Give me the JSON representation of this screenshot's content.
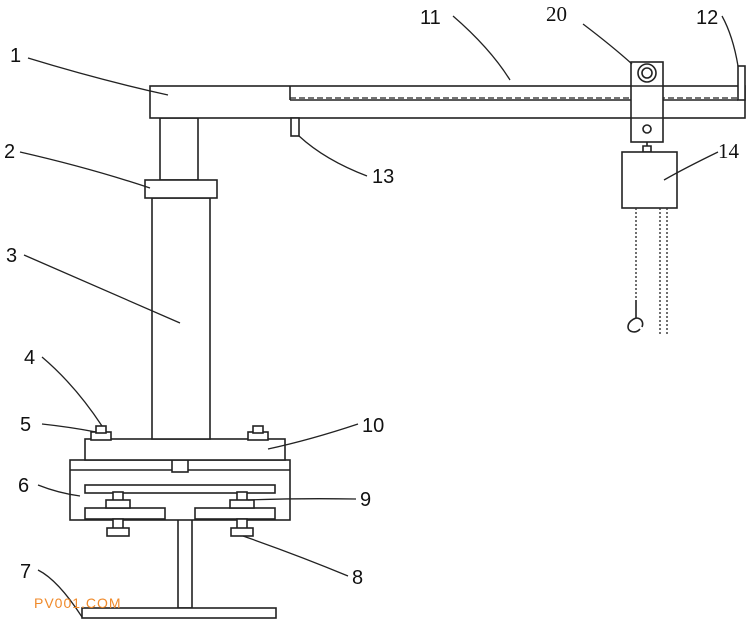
{
  "labels": {
    "n1": "1",
    "n2": "2",
    "n3": "3",
    "n4": "4",
    "n5": "5",
    "n6": "6",
    "n7": "7",
    "n8": "8",
    "n9": "9",
    "n10": "10",
    "n11": "11",
    "n12": "12",
    "n13": "13",
    "n14": "14",
    "n20": "20"
  },
  "watermark": "PV001.COM"
}
